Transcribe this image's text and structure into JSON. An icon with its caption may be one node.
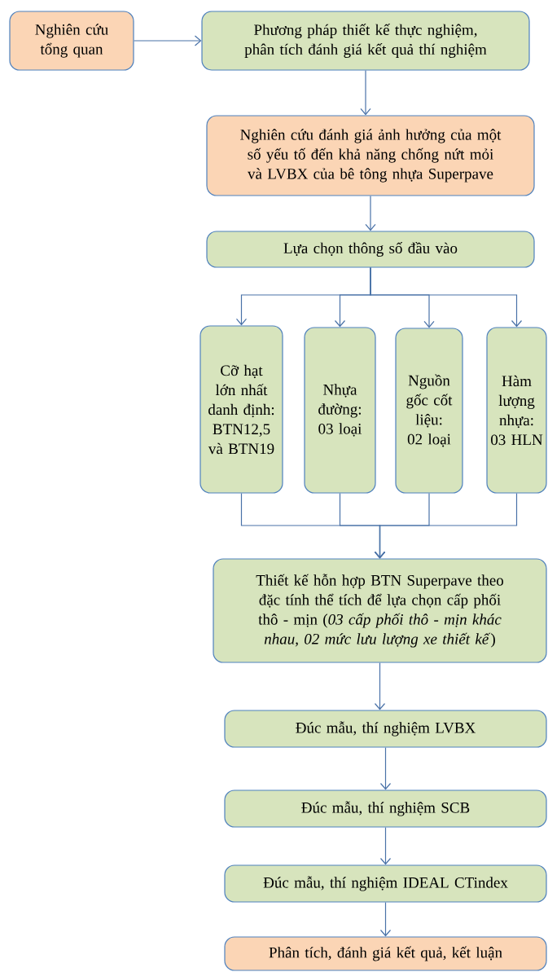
{
  "diagram": {
    "nodes": [
      {
        "text": [
          "Nghiên cứu tổng quan"
        ]
      },
      {
        "text": [
          "Phương pháp thiết kế thực nghiệm, phân tích đánh giá kết quả thí nghiệm"
        ]
      },
      {
        "text": [
          "Nghiên cứu đánh giá ảnh hưởng của một số yếu tố đến khả năng chống nứt mỏi và LVBX của bê tông nhựa Superpave"
        ]
      },
      {
        "text": [
          "Lựa chọn thông số đầu vào"
        ]
      },
      {
        "text": [
          "Cỡ hạt lớn nhất danh định: BTN12,5 và BTN19"
        ]
      },
      {
        "text": [
          "Nhựa đường: 03 loại"
        ]
      },
      {
        "text": [
          "Nguồn gốc cốt liệu: 02 loại"
        ]
      },
      {
        "text": [
          "Hàm lượng nhựa: 03 HLN"
        ]
      },
      {
        "text": [
          "Thiết kế hỗn hợp BTN Superpave theo đặc tính thể tích để lựa chọn cấp phối thô - mịn (*03 cấp phối thô - mịn khác nhau, 02 mức lưu lượng xe thiết kế*)"
        ]
      },
      {
        "text": [
          "Đúc mẫu, thí nghiệm LVBX"
        ]
      },
      {
        "text": [
          "Đúc mẫu, thí nghiệm SCB"
        ]
      },
      {
        "text": [
          "Đúc mẫu, thí nghiệm IDEAL CTindex"
        ]
      },
      {
        "text": [
          "Phân tích, đánh giá kết quả, kết luận"
        ]
      }
    ],
    "edges": [
      {
        "from": 0,
        "to": 1,
        "arrow": "to"
      },
      {
        "from": 1,
        "to": 2,
        "arrow": "to"
      },
      {
        "from": 2,
        "to": 3,
        "arrow": "to"
      },
      {
        "from": 3,
        "to": 4,
        "arrow": "to"
      },
      {
        "from": 3,
        "to": 5,
        "arrow": "to"
      },
      {
        "from": 3,
        "to": 6,
        "arrow": "to"
      },
      {
        "from": 3,
        "to": 7,
        "arrow": "to"
      },
      {
        "from": 4,
        "to": 8,
        "arrow": "to"
      },
      {
        "from": 5,
        "to": 8,
        "arrow": "to"
      },
      {
        "from": 6,
        "to": 8,
        "arrow": "to"
      },
      {
        "from": 7,
        "to": 8,
        "arrow": "to"
      },
      {
        "from": 8,
        "to": 9,
        "arrow": "to"
      },
      {
        "from": 9,
        "to": 10,
        "arrow": "to"
      },
      {
        "from": 10,
        "to": 11,
        "arrow": "to"
      },
      {
        "from": 11,
        "to": 12,
        "arrow": "to"
      }
    ]
  }
}
